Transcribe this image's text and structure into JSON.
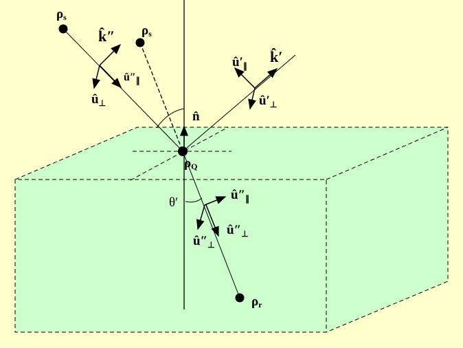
{
  "colors": {
    "background": "#FFFFCC",
    "medium": "#CCFFCC",
    "ink": "#000000"
  },
  "labels": {
    "rho_s": "ρ",
    "rho_s_sub": "s",
    "rho_s_img": "ρ",
    "rho_s_img_sub": "s",
    "rho_q": "ρ",
    "rho_q_sub": "Q",
    "rho_r": "ρ",
    "rho_r_sub": "r",
    "k_inc": "k̂″",
    "k_ref": "k̂′",
    "n": "n̂",
    "u_perp_inc": "û",
    "u_perp_inc_sub": "⊥",
    "u_par_inc": "û″",
    "u_par_inc_sub": "∥",
    "u_par_ref": "û′",
    "u_par_ref_sub": "∥",
    "u_perp_ref": "û′",
    "u_perp_ref_sub": "⊥",
    "u_par_tr": "û″",
    "u_par_tr_sub": "∥",
    "u_perp_tr_a": "û″",
    "u_perp_tr_a_sub": "⊥",
    "u_perp_tr_b": "û″",
    "u_perp_tr_b_sub": "⊥",
    "theta": "θ′"
  }
}
